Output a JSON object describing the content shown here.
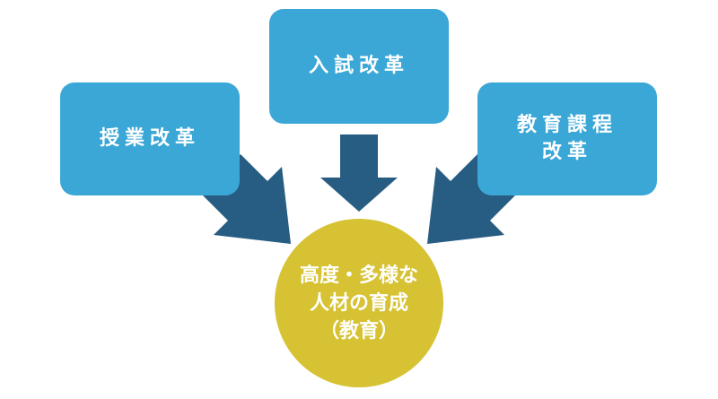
{
  "boxes": {
    "left": {
      "label": "授業改革"
    },
    "center": {
      "label": "入試改革"
    },
    "right": {
      "line1": "教育課程",
      "line2": "改革"
    }
  },
  "center_circle": {
    "line1": "高度・多様な",
    "line2": "人材の育成",
    "line3": "（教育）"
  },
  "colors": {
    "box": "#3aa7d6",
    "arrow": "#275d82",
    "circle": "#d6c233",
    "text": "#ffffff"
  }
}
